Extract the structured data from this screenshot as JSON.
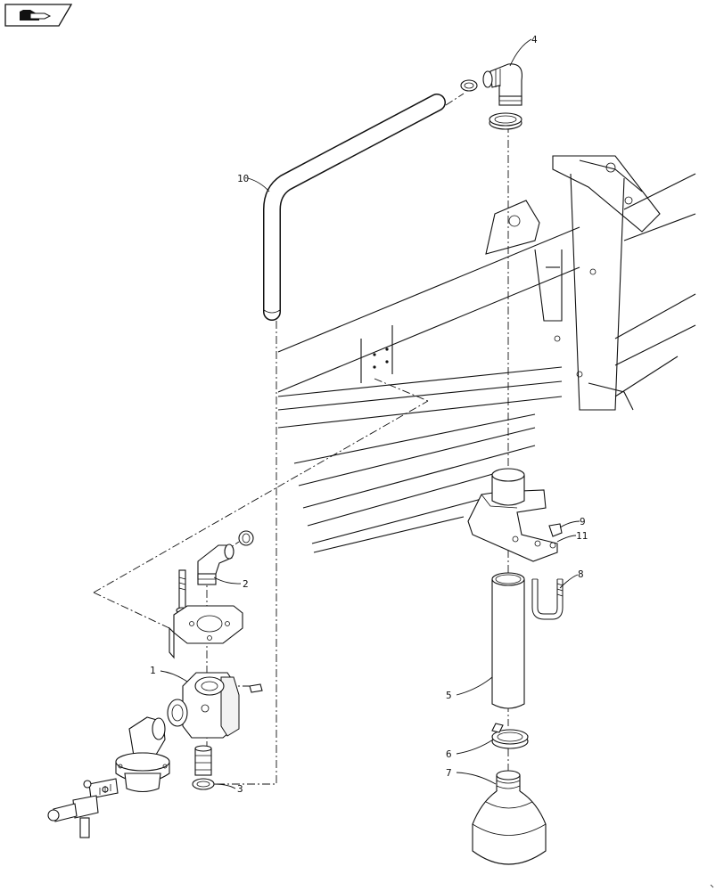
{
  "diagram": {
    "callouts": [
      "1",
      "2",
      "3",
      "4",
      "5",
      "6",
      "7",
      "8",
      "9",
      "10",
      "11"
    ]
  },
  "icons": {
    "corner_badge": "page-arrow-icon"
  }
}
